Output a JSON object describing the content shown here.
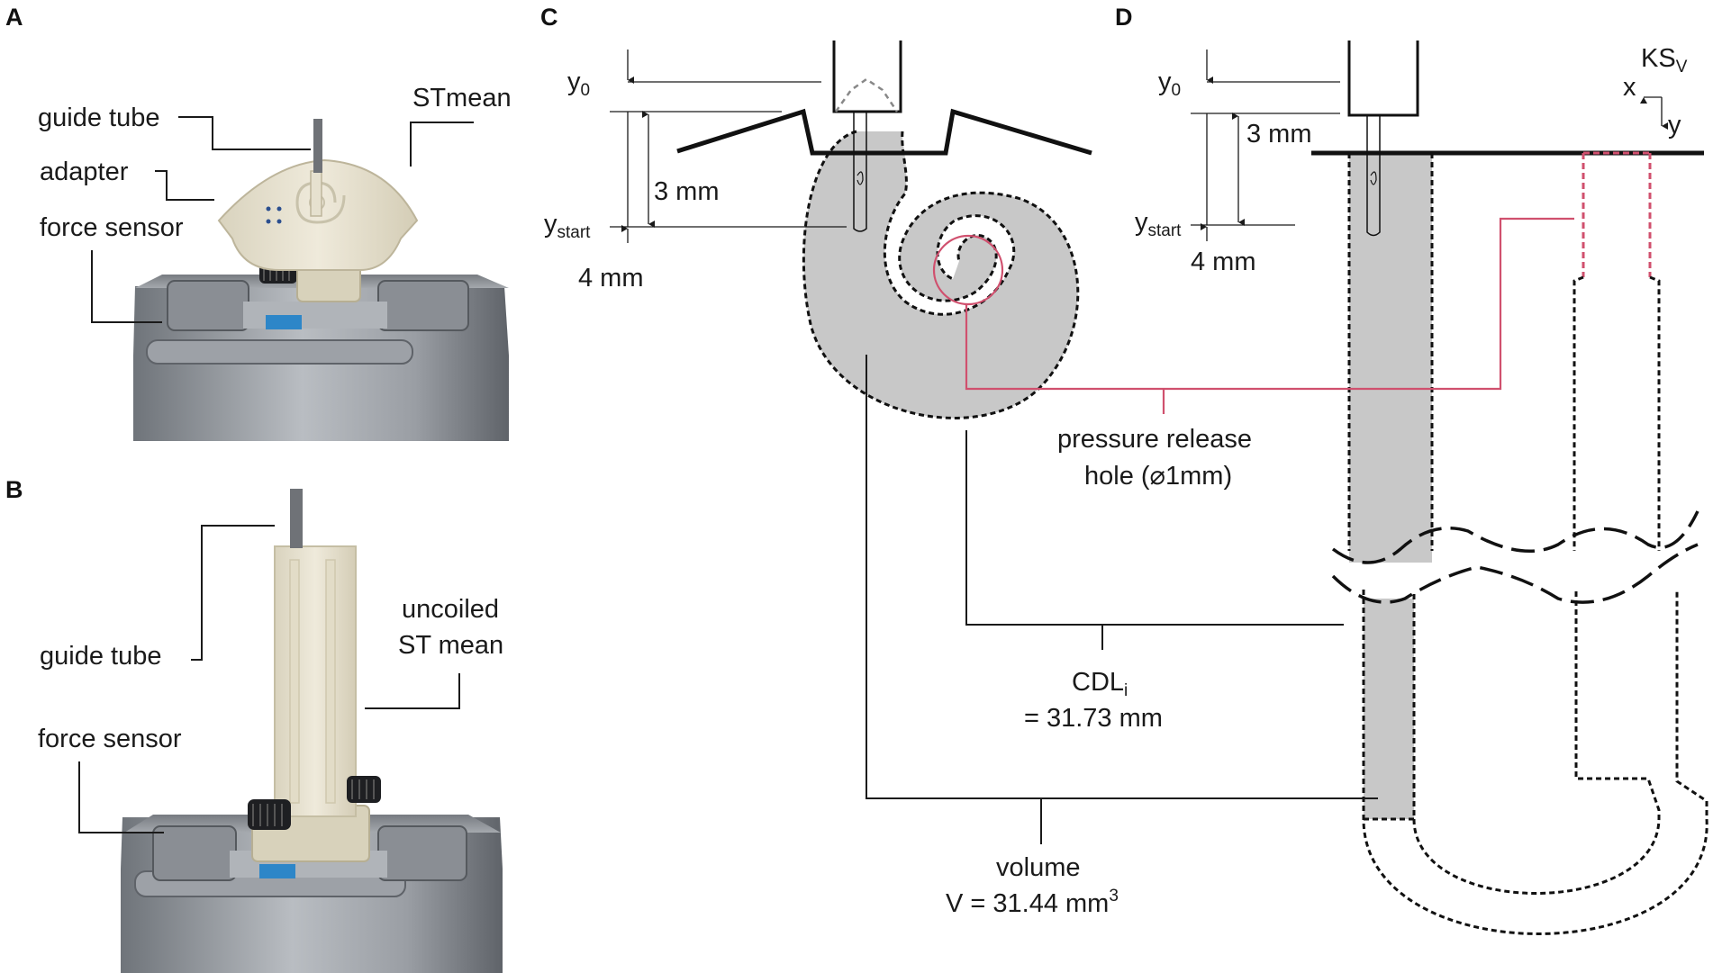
{
  "panels": {
    "a": "A",
    "b": "B",
    "c": "C",
    "d": "D"
  },
  "panel_a": {
    "guide_tube": "guide tube",
    "adapter": "adapter",
    "force_sensor": "force sensor",
    "stmean": "STmean"
  },
  "panel_b": {
    "guide_tube": "guide tube",
    "force_sensor": "force sensor",
    "uncoiled_1": "uncoiled",
    "uncoiled_2": "ST mean"
  },
  "panel_c": {
    "y0": "y",
    "y0_sub": "0",
    "three_mm": "3 mm",
    "ystart": "y",
    "ystart_sub": "start",
    "four_mm": "4 mm",
    "pressure_1": "pressure release",
    "pressure_2": "hole (⌀1mm)",
    "cdl": "CDL",
    "cdl_sub": "i",
    "cdl_value": "= 31.73 mm",
    "volume": "volume",
    "volume_value": "V = 31.44 mm",
    "volume_sup": "3"
  },
  "panel_d": {
    "y0": "y",
    "y0_sub": "0",
    "three_mm": "3 mm",
    "ystart": "y",
    "ystart_sub": "start",
    "four_mm": "4 mm",
    "ks": "KS",
    "ks_sub": "V",
    "axis_x": "x",
    "axis_y": "y"
  },
  "colors": {
    "fill_gray": "#c8c8c8",
    "highlight_pink": "#d0506e",
    "metal": "#8c9096"
  }
}
